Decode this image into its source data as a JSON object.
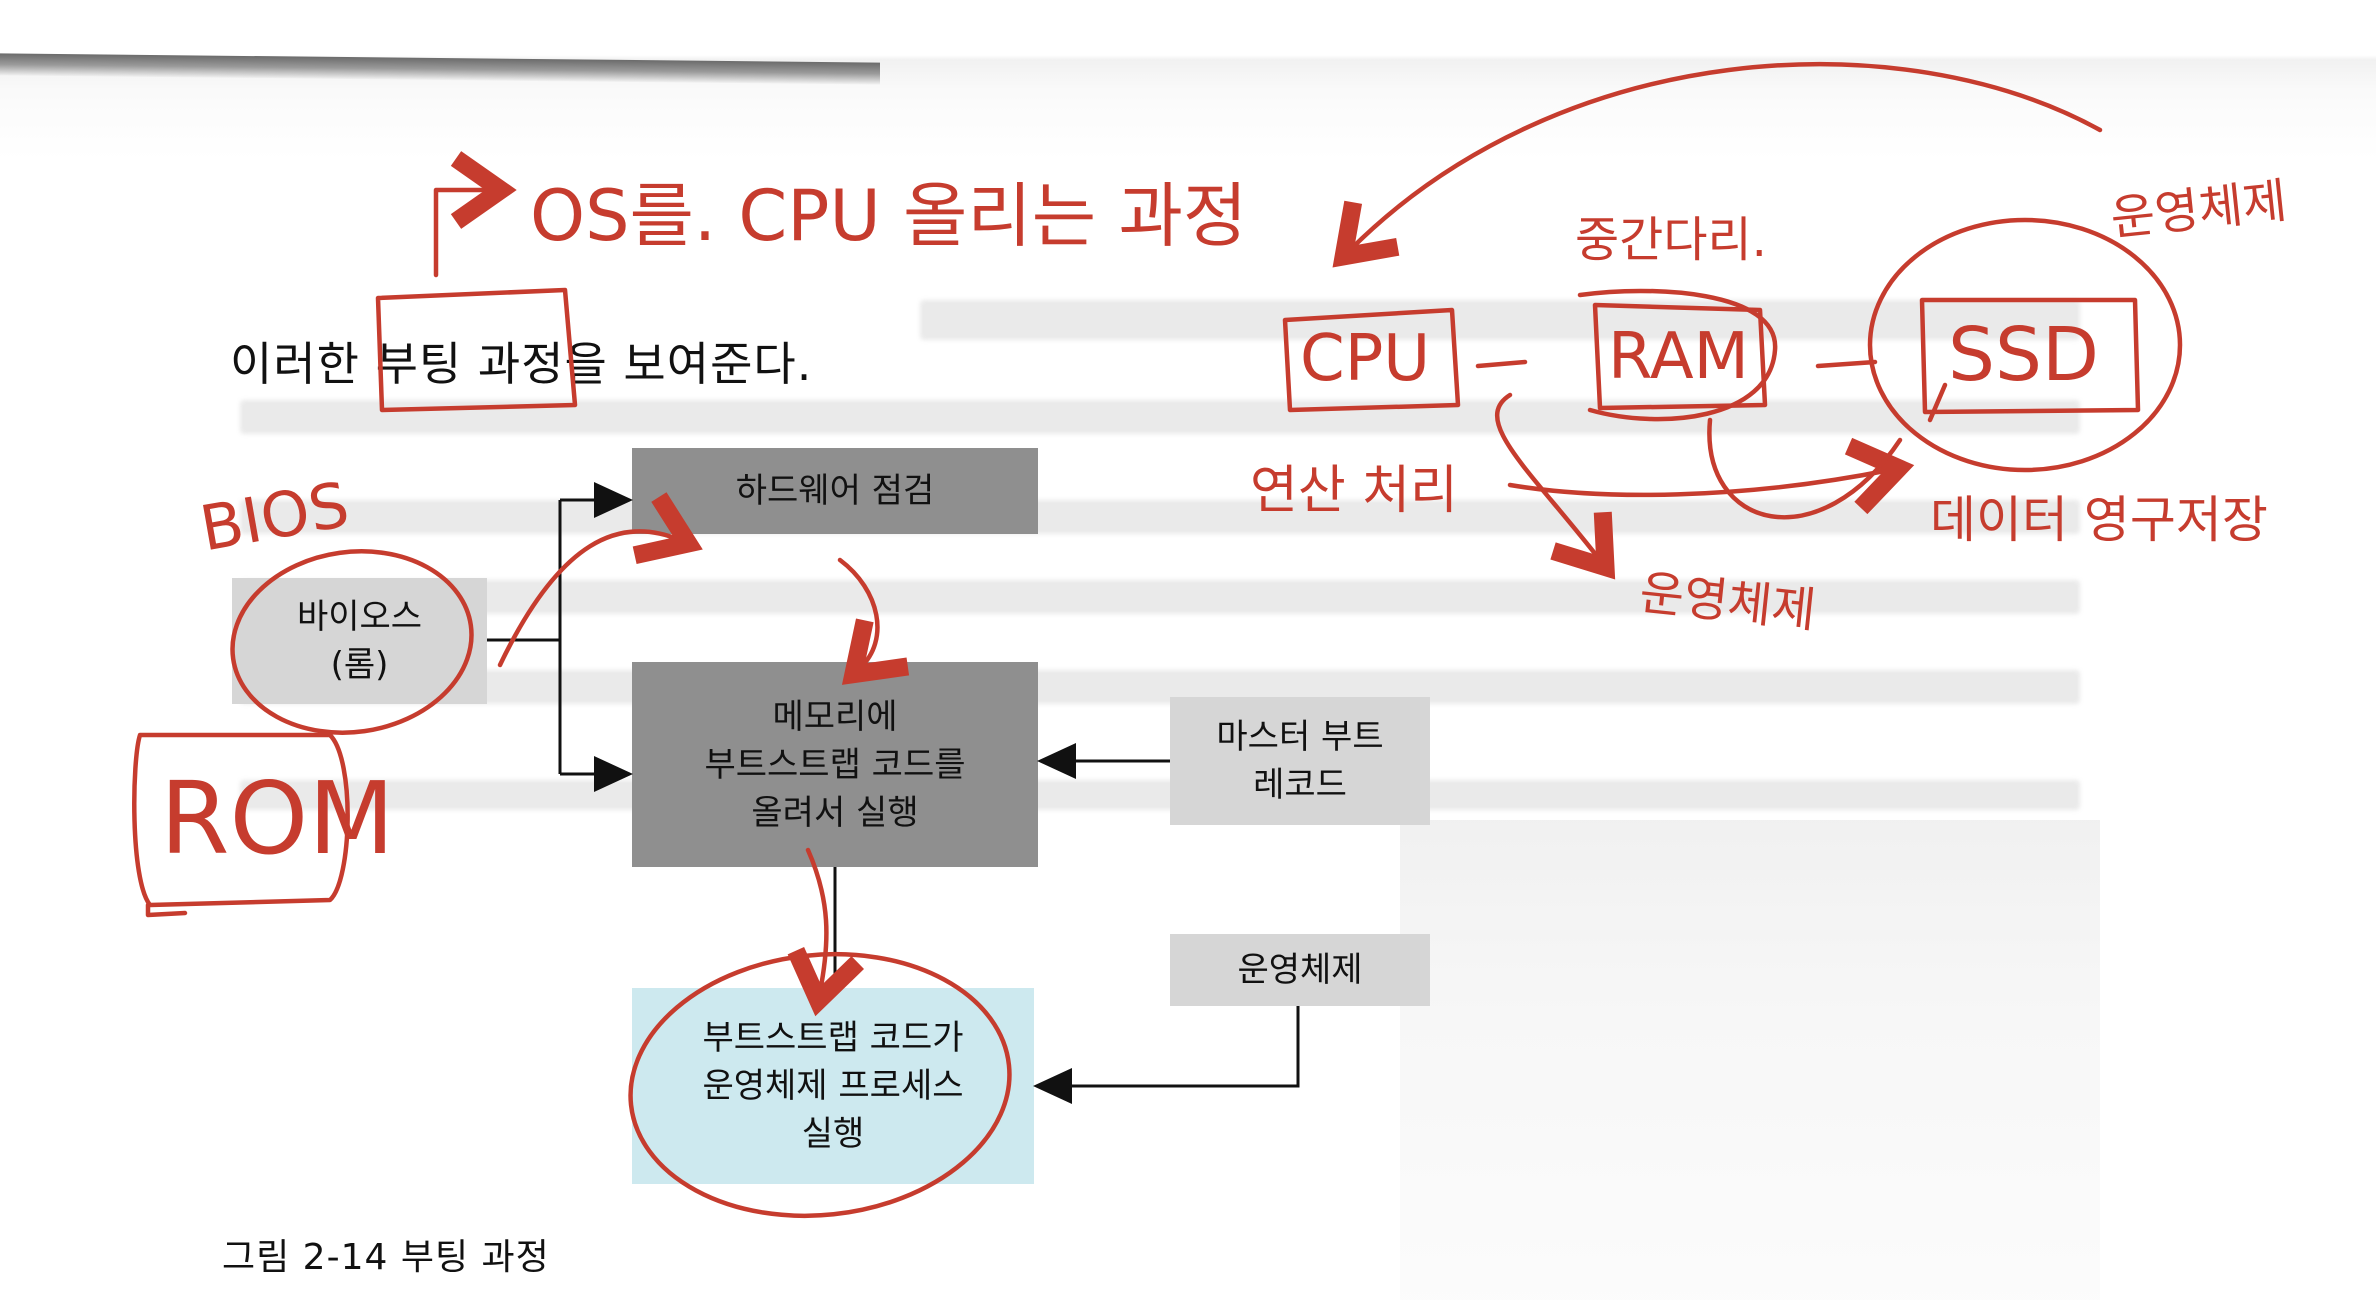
{
  "intro_text": "이러한 부팅 과정을 보여준다.",
  "diagram": {
    "bios": "바이오스\n(롬)",
    "hardware_check": "하드웨어 점검",
    "load_bootstrap": "메모리에\n부트스트랩 코드를\n올려서 실행",
    "master_boot_record": "마스터 부트\n레코드",
    "operating_system": "운영체제",
    "bootstrap_runs_os": "부트스트랩 코드가\n운영체제 프로세스\n실행"
  },
  "caption": "그림 2-14 부팅 과정",
  "annotations": {
    "os_to_cpu": "OS를. CPU 올리는 과정",
    "bios_label": "BIOS",
    "rom_label": "ROM",
    "cpu": "CPU",
    "ram": "RAM",
    "ssd": "SSD",
    "middle_bridge": "중간다리.",
    "os_top": "운영체제",
    "compute": "연산 처리",
    "data_permanent": "데이터 영구저장",
    "os_bottom": "운영체제"
  },
  "colors": {
    "ink": "#c63c2e",
    "box_dark": "#8f8f8f",
    "box_light": "#d6d6d6",
    "box_blue": "#cde9ef"
  }
}
